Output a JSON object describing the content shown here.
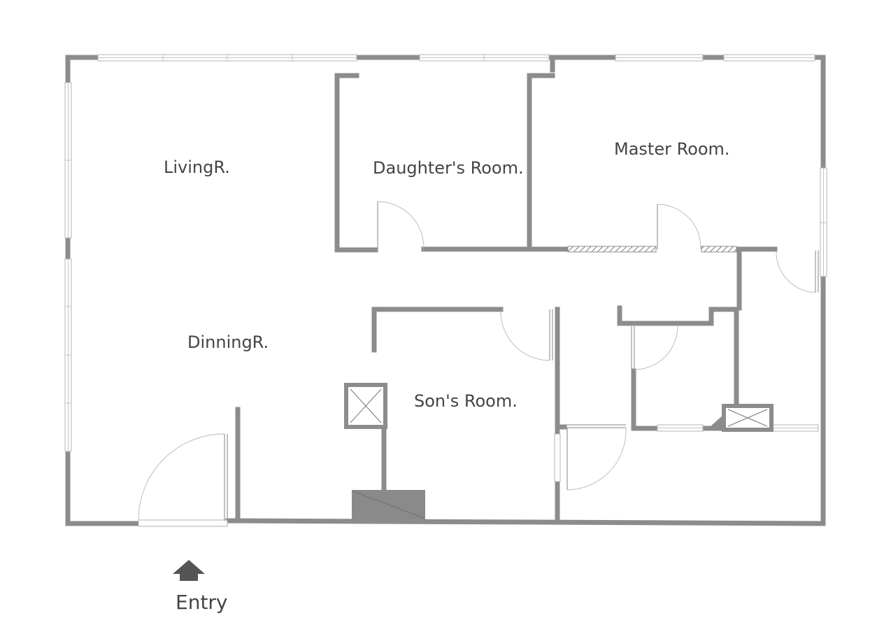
{
  "rooms": {
    "living": "LivingR.",
    "daughter": "Daughter's Room.",
    "master": "Master Room.",
    "dining": "DinningR.",
    "son": "Son's Room."
  },
  "entry": {
    "label": "Entry",
    "arrow_icon": "up-arrow-icon"
  },
  "colors": {
    "wall": "#8c8c8c",
    "text": "#444444",
    "background": "#ffffff"
  }
}
